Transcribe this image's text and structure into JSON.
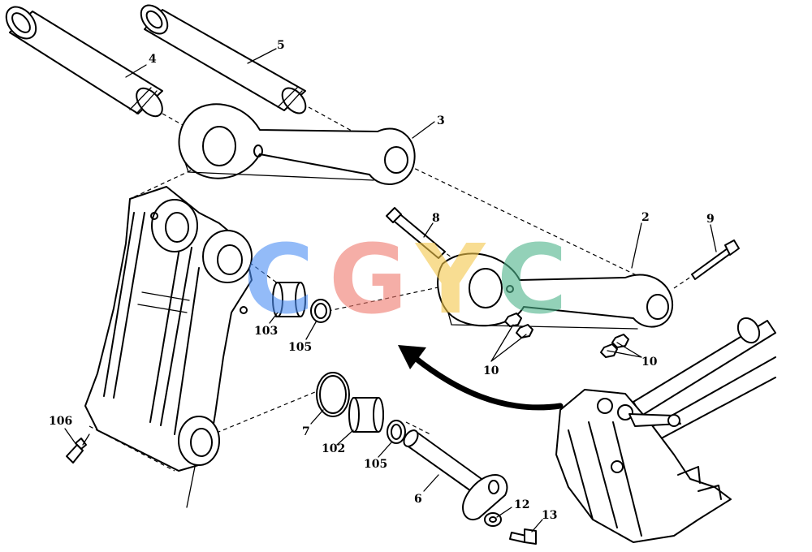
{
  "diagram": {
    "labels": {
      "p2": "2",
      "p3": "3",
      "p4": "4",
      "p5": "5",
      "p6": "6",
      "p7": "7",
      "p8": "8",
      "p9": "9",
      "p10a": "10",
      "p10b": "10",
      "p12": "12",
      "p13": "13",
      "p102": "102",
      "p103": "103",
      "p105a": "105",
      "p105b": "105",
      "p106": "106"
    },
    "watermark": {
      "letters": [
        "C",
        "G",
        "Y",
        "C"
      ],
      "colors": [
        "#4d8ff5",
        "#f07a6e",
        "#f5c84a",
        "#4cb38a"
      ]
    }
  }
}
